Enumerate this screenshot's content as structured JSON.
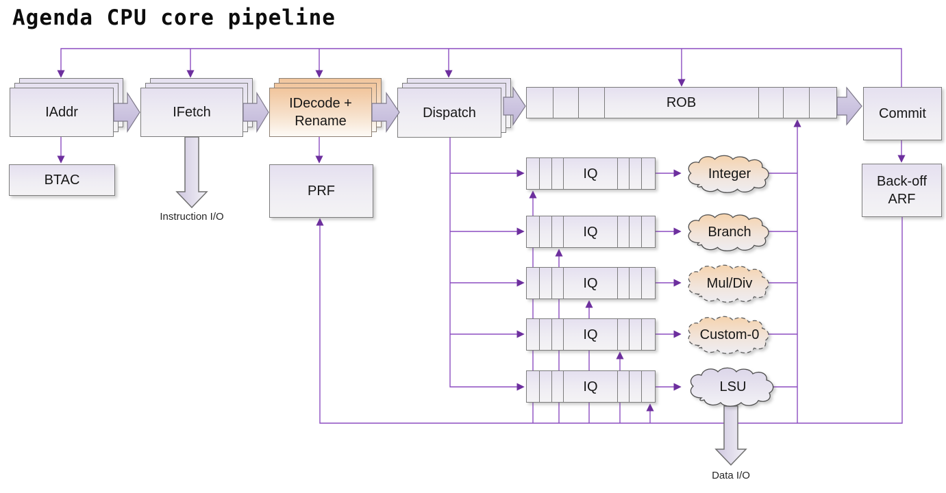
{
  "title": "Agenda CPU core pipeline",
  "pipeline_stages": {
    "iaddr": "IAddr",
    "ifetch": "IFetch",
    "idecode": {
      "line1": "IDecode +",
      "line2": "Rename"
    },
    "dispatch": "Dispatch",
    "rob": "ROB",
    "commit": "Commit"
  },
  "support_blocks": {
    "btac": "BTAC",
    "prf": "PRF",
    "arf": {
      "line1": "Back-off",
      "line2": "ARF"
    }
  },
  "issue_queues": [
    {
      "label": "IQ"
    },
    {
      "label": "IQ"
    },
    {
      "label": "IQ"
    },
    {
      "label": "IQ"
    },
    {
      "label": "IQ"
    }
  ],
  "exec_units": [
    {
      "label": "Integer",
      "outline": "solid",
      "fill": "peach"
    },
    {
      "label": "Branch",
      "outline": "solid",
      "fill": "peach"
    },
    {
      "label": "Mul/Div",
      "outline": "dashed",
      "fill": "peach"
    },
    {
      "label": "Custom-0",
      "outline": "dashed",
      "fill": "peach"
    },
    {
      "label": "LSU",
      "outline": "solid",
      "fill": "lavender"
    }
  ],
  "io_labels": {
    "instruction": "Instruction I/O",
    "data": "Data I/O"
  },
  "colors": {
    "connector": "#8b4cc0",
    "arrowhead": "#6d2f9e",
    "box_border": "#7b7b7b",
    "lavender_fill_top": "#e5e0f0",
    "orange_fill_top": "#f1c59c",
    "peach_cloud_top": "#f5d3ae",
    "lavender_cloud_top": "#dcd6e9",
    "block_arrow_fill": "#cdc5e1"
  }
}
